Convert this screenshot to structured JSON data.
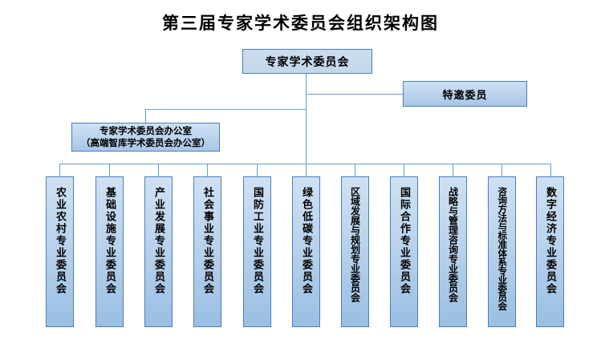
{
  "title": "第三届专家学术委员会组织架构图",
  "nodes": {
    "root": {
      "label": "专家学术委员会"
    },
    "invited": {
      "label": "特邀委员"
    },
    "office": {
      "line1": "专家学术委员会办公室",
      "line2": "（高端智库学术委员会办公室）"
    }
  },
  "committees": [
    {
      "label": "农业农村专业委员会"
    },
    {
      "label": "基础设施专业委员会"
    },
    {
      "label": "产业发展专业委员会"
    },
    {
      "label": "社会事业专业委员会"
    },
    {
      "label": "国防工业专业委员会"
    },
    {
      "label": "绿色低碳专业委员会"
    },
    {
      "label": "区域发展与规划专业委员会"
    },
    {
      "label": "国际合作专业委员会"
    },
    {
      "label": "战略与管理咨询专业委员会"
    },
    {
      "label": "咨询方法与标准体系专业委员会"
    },
    {
      "label": "数字经济专业委员会"
    }
  ],
  "colors": {
    "box_border": "#4a7ebb",
    "box_fill_top": "#cfe1f3",
    "box_fill_bottom": "#9abfe2",
    "connector": "#6a9bd1",
    "text": "#000000",
    "background": "#ffffff"
  }
}
